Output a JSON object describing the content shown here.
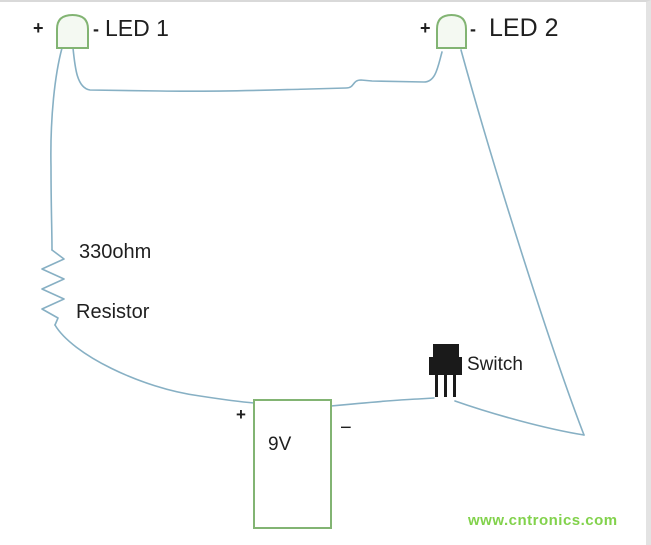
{
  "diagram": {
    "type": "circuit-schematic",
    "components": {
      "led1": {
        "label": "LED 1",
        "plus": "+",
        "minus": "-"
      },
      "led2": {
        "label": "LED 2",
        "plus": "+",
        "minus": "-"
      },
      "resistor": {
        "value": "330ohm",
        "name": "Resistor"
      },
      "battery": {
        "value": "9V",
        "plus": "+",
        "minus": "−"
      },
      "switch": {
        "label": "Switch"
      }
    },
    "colors": {
      "wire": "#87b0c4",
      "component": "#82b473",
      "component_fill": "#f4f9f2",
      "switch_body": "#1a1a1a",
      "text": "#1f1f1f",
      "watermark": "#82d24c"
    },
    "watermark": "www.cntronics.com"
  }
}
